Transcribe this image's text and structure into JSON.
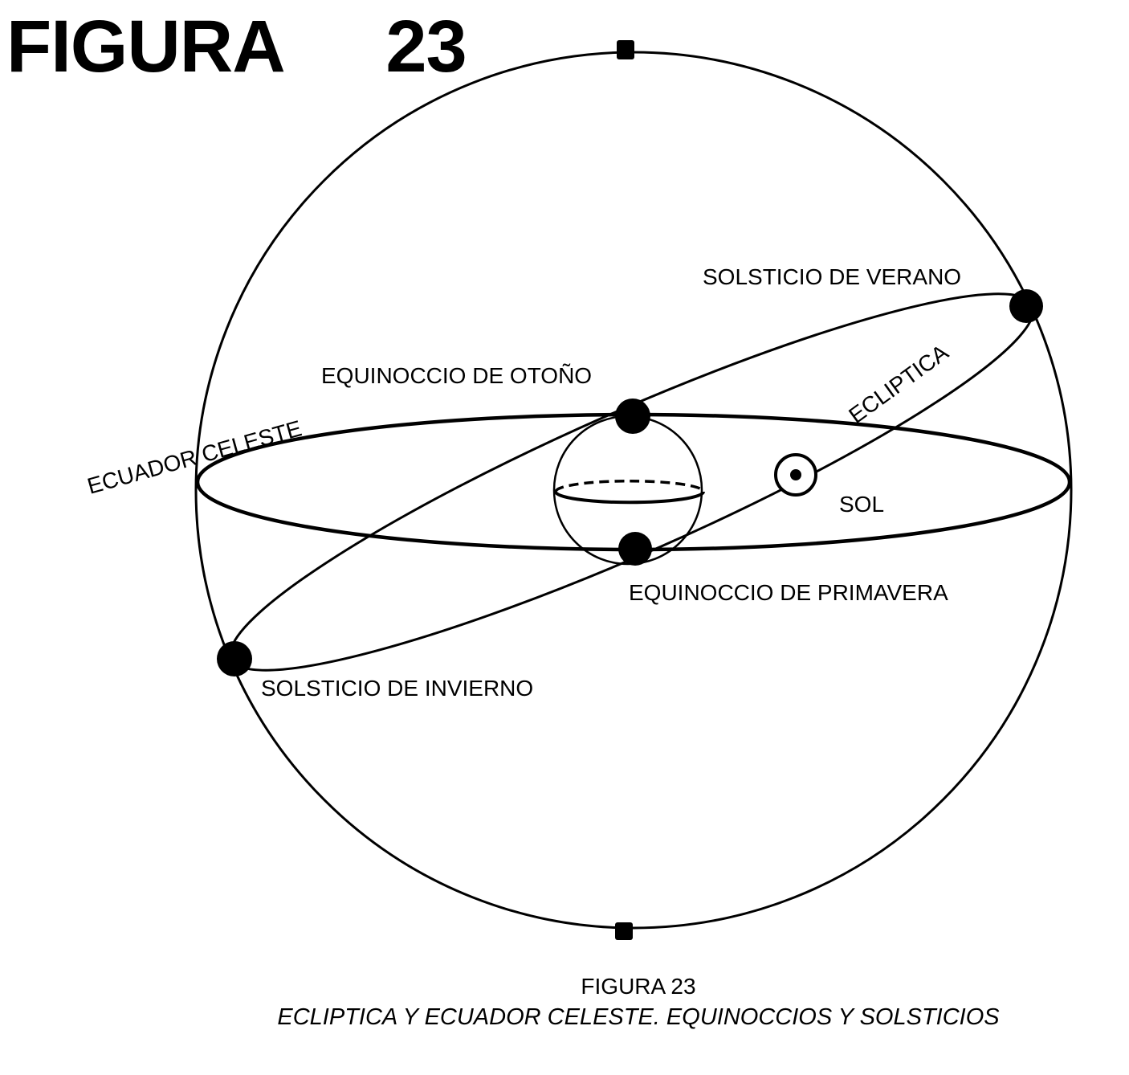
{
  "heading": "FIGURA  23",
  "labels": {
    "solsticio_verano": "SOLSTICIO DE VERANO",
    "equinoccio_otono": "EQUINOCCIO DE OTOÑO",
    "ecuador_celeste": "ECUADOR CELESTE",
    "ecliptica": "ECLIPTICA",
    "sol": "SOL",
    "equinoccio_primavera": "EQUINOCCIO DE PRIMAVERA",
    "solsticio_invierno": "SOLSTICIO DE INVIERNO"
  },
  "caption": {
    "number": "FIGURA 23",
    "text": "ECLIPTICA Y ECUADOR CELESTE. EQUINOCCIOS Y SOLSTICIOS"
  },
  "colors": {
    "ink": "#000000",
    "background": "#ffffff"
  }
}
